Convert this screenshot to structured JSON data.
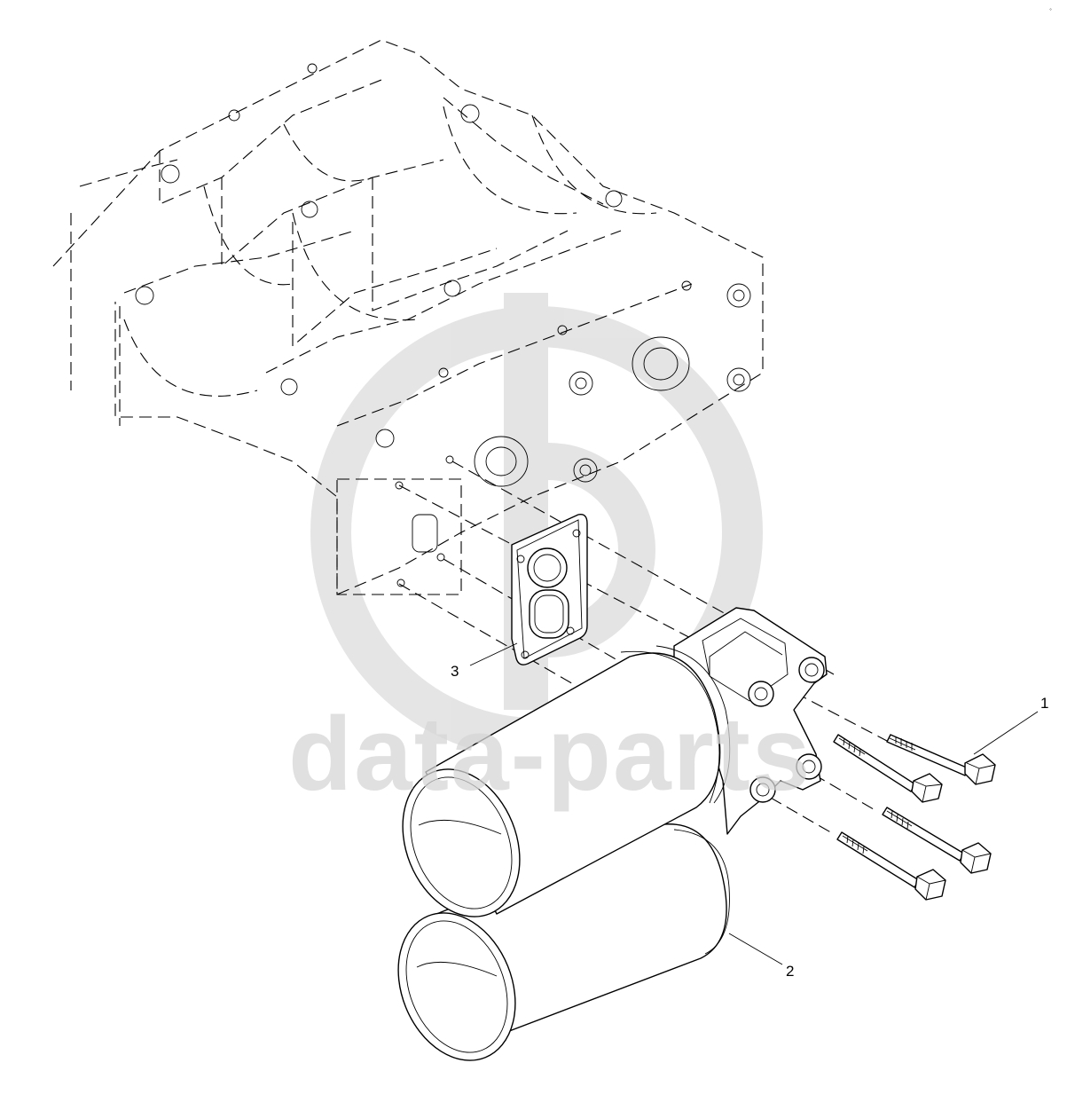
{
  "watermark": {
    "text": "data-parts",
    "color": "#d6d6d6"
  },
  "corner_mark": "° ",
  "callouts": [
    {
      "number": "1",
      "part": "bolt"
    },
    {
      "number": "2",
      "part": "oil-filter-assembly"
    },
    {
      "number": "3",
      "part": "gasket"
    }
  ]
}
